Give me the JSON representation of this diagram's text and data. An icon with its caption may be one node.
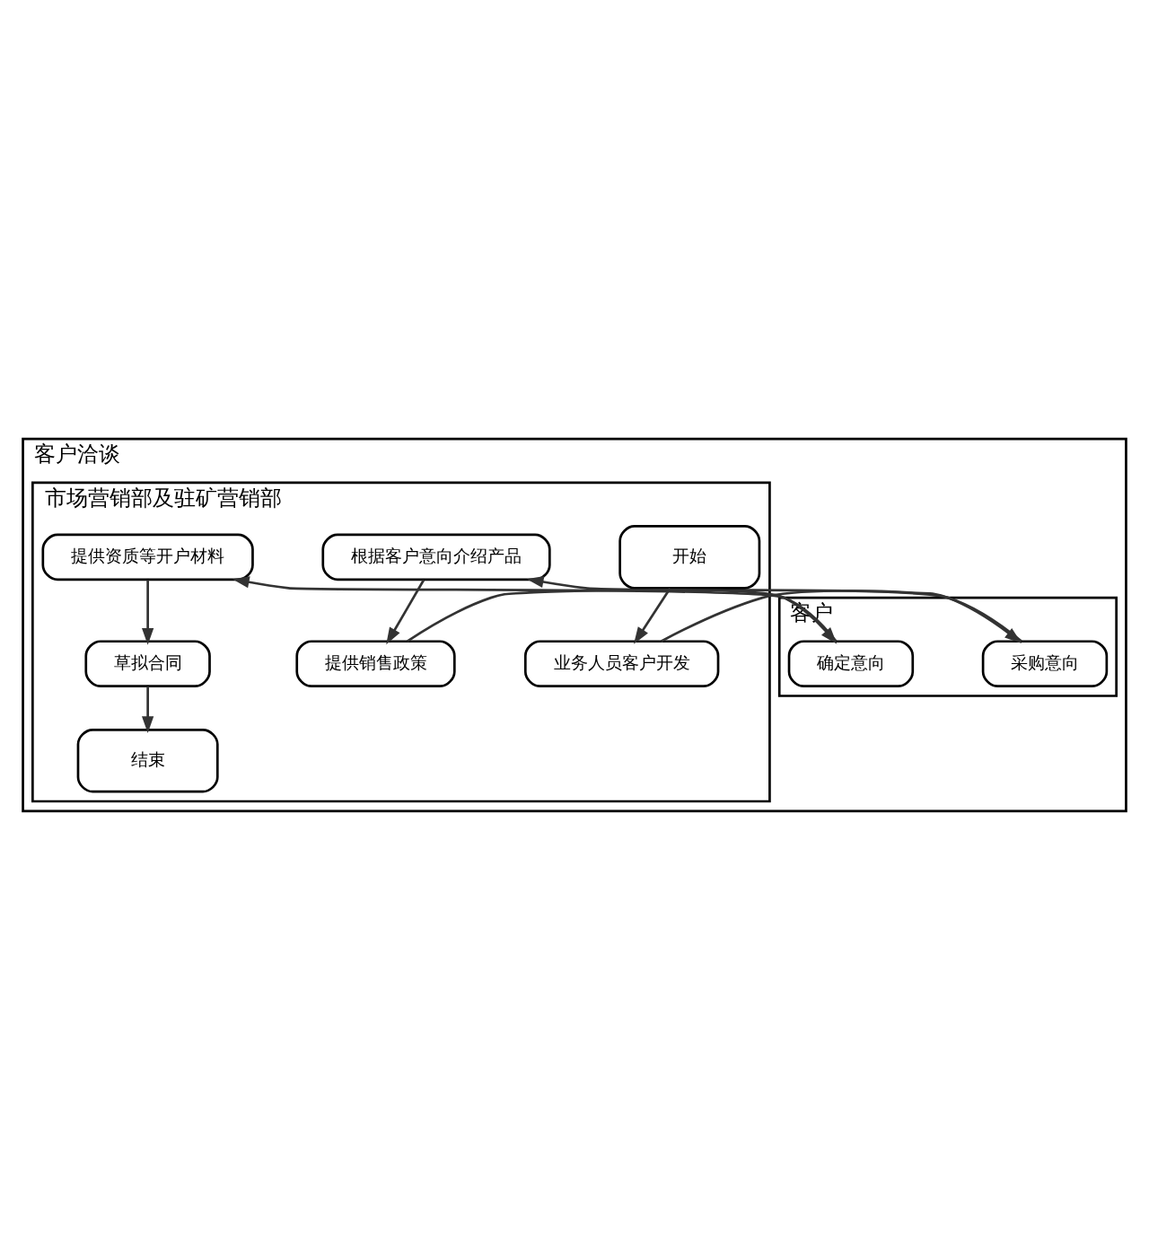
{
  "diagram": {
    "nodes": [
      {
        "text": [
          "客户洽谈"
        ]
      },
      {
        "text": [
          "客户"
        ],
        "in": 0
      },
      {
        "text": [
          "市场营销部及驻矿营销部"
        ],
        "in": 0
      },
      {
        "text": [
          "开始"
        ],
        "in": 2
      },
      {
        "text": [
          "采购意向"
        ],
        "in": 1
      },
      {
        "text": [
          "业务人员客户开发"
        ],
        "in": 2
      },
      {
        "text": [
          "根据客户意向介绍产品"
        ],
        "in": 2
      },
      {
        "text": [
          "确定意向"
        ],
        "in": 1
      },
      {
        "text": [
          "提供销售政策"
        ],
        "in": 2
      },
      {
        "text": [
          "提供资质等开户材料"
        ],
        "in": 2
      },
      {
        "text": [
          "草拟合同"
        ],
        "in": 2
      },
      {
        "text": [
          "结束"
        ],
        "in": 2
      }
    ],
    "edges": [
      {
        "from": 3,
        "to": 5,
        "arrow": "to"
      },
      {
        "from": 5,
        "to": 4,
        "arrow": "to"
      },
      {
        "from": 4,
        "to": 6,
        "arrow": "to"
      },
      {
        "from": 6,
        "to": 8,
        "arrow": "to"
      },
      {
        "from": 8,
        "to": 7,
        "arrow": "to"
      },
      {
        "from": 7,
        "to": 9,
        "arrow": "to"
      },
      {
        "from": 9,
        "to": 10,
        "arrow": "to"
      },
      {
        "from": 10,
        "to": 11,
        "arrow": "to"
      }
    ]
  }
}
